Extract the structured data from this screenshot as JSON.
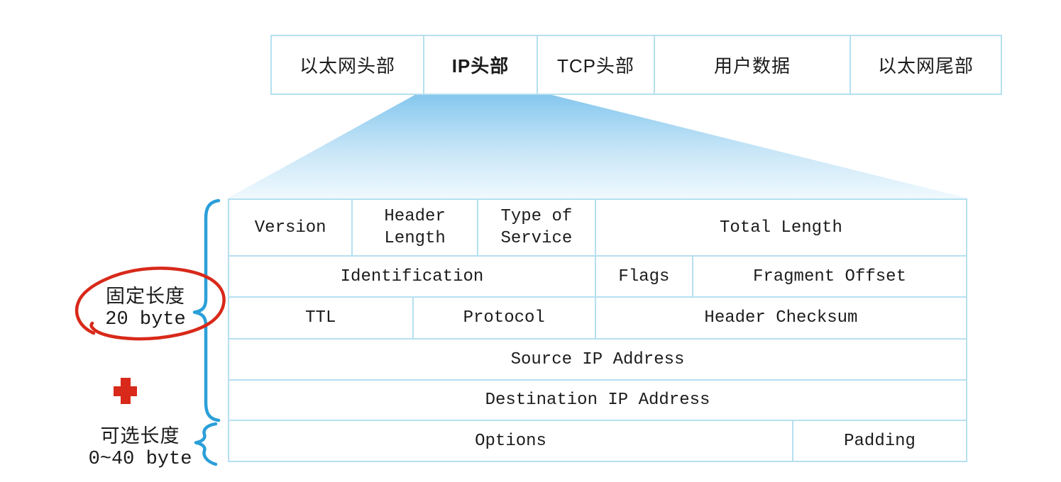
{
  "frame_row": {
    "cells": [
      {
        "label": "以太网头部"
      },
      {
        "label": "IP头部"
      },
      {
        "label": "TCP头部"
      },
      {
        "label": "用户数据"
      },
      {
        "label": "以太网尾部"
      }
    ]
  },
  "ip_table": {
    "rows": [
      {
        "cells": [
          {
            "label": "Version"
          },
          {
            "label": "Header Length"
          },
          {
            "label": "Type of Service"
          },
          {
            "label": "Total Length"
          }
        ]
      },
      {
        "cells": [
          {
            "label": "Identification"
          },
          {
            "label": "Flags"
          },
          {
            "label": "Fragment Offset"
          }
        ]
      },
      {
        "cells": [
          {
            "label": "TTL"
          },
          {
            "label": "Protocol"
          },
          {
            "label": "Header Checksum"
          }
        ]
      },
      {
        "cells": [
          {
            "label": "Source IP Address"
          }
        ]
      },
      {
        "cells": [
          {
            "label": "Destination IP Address"
          }
        ]
      },
      {
        "cells": [
          {
            "label": "Options"
          },
          {
            "label": "Padding"
          }
        ]
      }
    ]
  },
  "annotations": {
    "fixed_length_label": "固定长度",
    "fixed_length_value": "20 byte",
    "optional_length_label": "可选长度",
    "optional_length_value": "0~40 byte"
  },
  "icons": {
    "fixed_brace": "left-curly-brace",
    "optional_brace": "left-curly-brace",
    "highlight": "hand-drawn-red-ellipse",
    "plus": "red-plus"
  },
  "colors": {
    "table_border": "#b5e0f0",
    "brace_blue": "#2b9fd8",
    "annotation_red": "#d8291a",
    "gradient_top": "#86c7ee",
    "gradient_bottom": "#f0f9fd",
    "text": "#1c1c1c"
  }
}
